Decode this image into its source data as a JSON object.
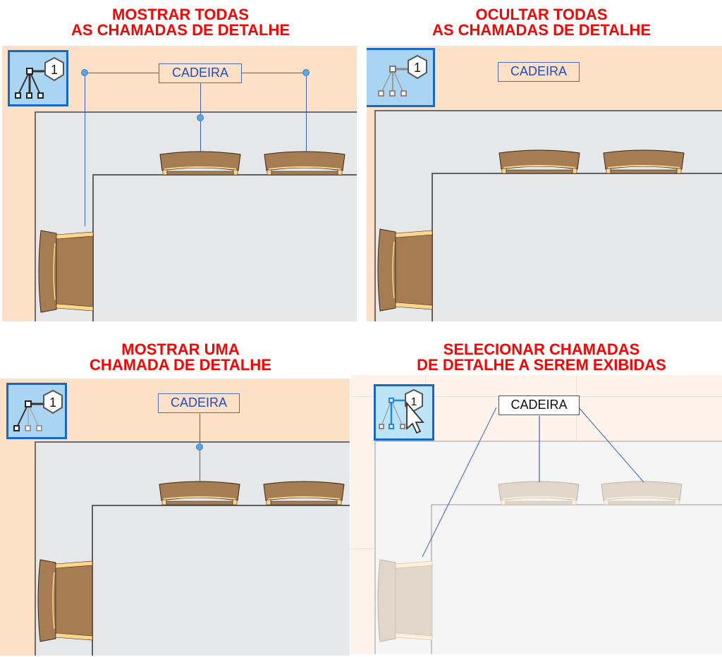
{
  "panels": [
    {
      "id": "show-all",
      "title_line1": "MOSTRAR TODAS",
      "title_line2": "AS CHAMADAS DE DETALHE",
      "tag_label": "CADEIRA",
      "tool_icon": "callout-tree-all-icon",
      "leaders_visible": 3
    },
    {
      "id": "hide-all",
      "title_line1": "OCULTAR TODAS",
      "title_line2": "AS CHAMADAS DE DETALHE",
      "tag_label": "CADEIRA",
      "tool_icon": "callout-tree-none-icon",
      "leaders_visible": 0
    },
    {
      "id": "show-one",
      "title_line1": "MOSTRAR UMA",
      "title_line2": "CHAMADA DE DETALHE",
      "tag_label": "CADEIRA",
      "tool_icon": "callout-tree-one-icon",
      "leaders_visible": 1
    },
    {
      "id": "select-shown",
      "title_line1": "SELECIONAR CHAMADAS",
      "title_line2": "DE DETALHE A SEREM EXIBIDAS",
      "tag_label": "CADEIRA",
      "tool_icon": "callout-tree-select-cursor-icon",
      "leaders_visible": 3
    }
  ],
  "tool_badge_number": "1",
  "colors": {
    "title_red": "#ff0000",
    "background_peach": "#fde0c6",
    "background_peach_faded": "#fdf3ea",
    "floor_gray": "#e6e7e9",
    "floor_gray_faded": "#f5f5f6",
    "chair_wood": "#a67c52",
    "chair_wood_faded": "#e0d6ca",
    "chair_trim": "#fcd68a",
    "leader_blue": "#3b62c4",
    "tool_blue_fill": "#a9d4f2",
    "tool_blue_border": "#1668c9"
  }
}
